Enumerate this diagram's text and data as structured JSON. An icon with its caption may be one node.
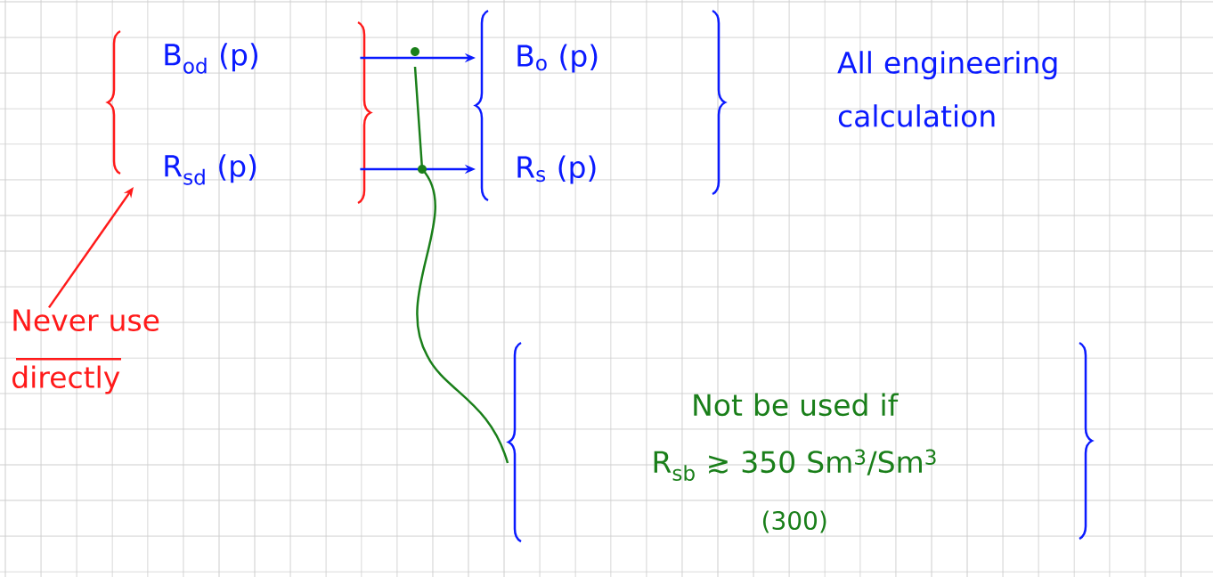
{
  "diagram": {
    "nodes": [
      {
        "text": [
          "B$_{od}$ (p)",
          "R$_{sd}$ (p)"
        ]
      },
      {
        "text": [
          "B$_{o}$ (p)",
          "R$_{s}$ (p)"
        ]
      },
      {
        "text": [
          "Not be used if",
          "R$_{sb}$ ≳ 350 Sm$^{3}$/Sm$^{3}$",
          "(300)"
        ]
      },
      {
        "text": [
          "Never use directly"
        ]
      }
    ],
    "edges": [
      {
        "from": 0,
        "to": 1,
        "arrow": "to"
      },
      {
        "from": 0,
        "to": 1,
        "arrow": "to"
      },
      {
        "from": null,
        "to": 2,
        "arrow": "none",
        "color": "#1a7f1a"
      },
      {
        "from": 3,
        "to": 0,
        "arrow": "to",
        "color": "#ff1a1a"
      }
    ],
    "labels": [
      "All engineering calculation"
    ]
  }
}
